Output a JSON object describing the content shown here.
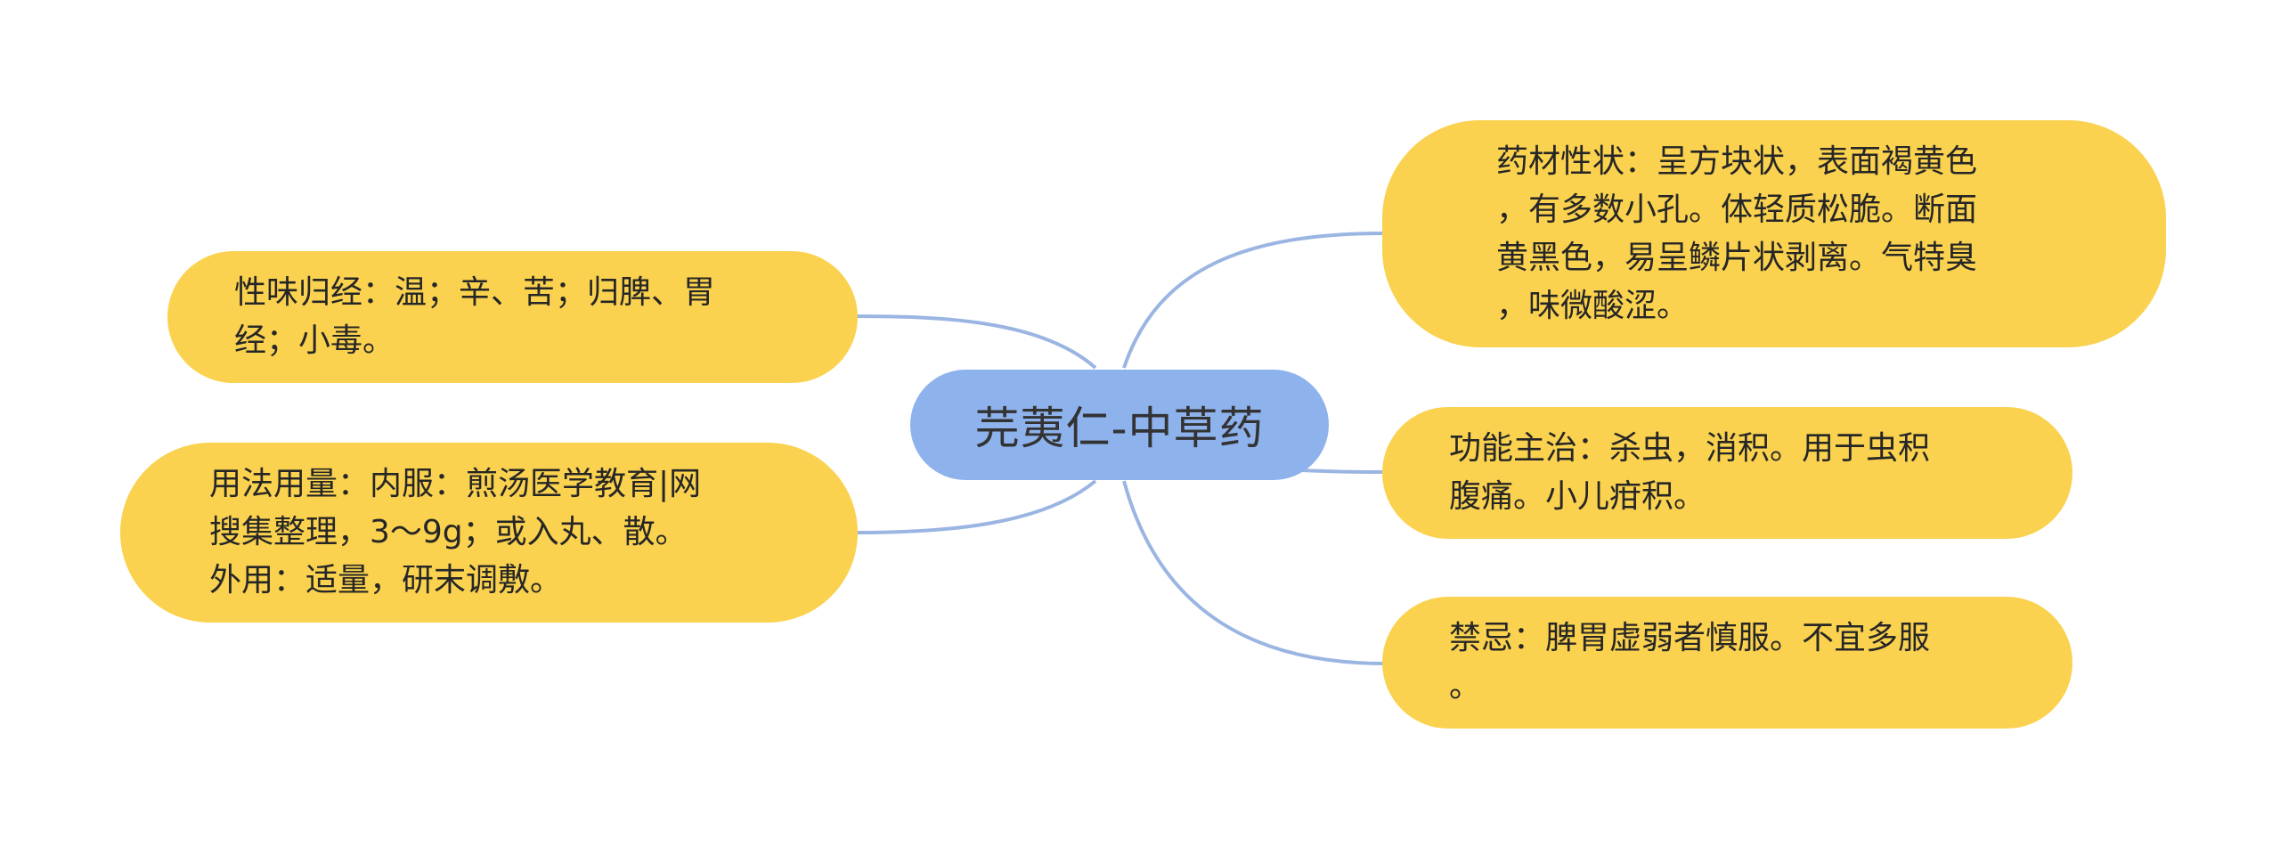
{
  "colors": {
    "center_fill": "#8eb2ec",
    "leaf_fill": "#fad24f",
    "link_stroke": "#9bb5e2",
    "text": "#262626"
  },
  "center": {
    "label": "芫荑仁-中草药"
  },
  "branches": [
    {
      "id": "xingwei",
      "side": "left",
      "text": "性味归经：温；辛、苦；归脾、胃\n经；小毒。"
    },
    {
      "id": "yongfa",
      "side": "left",
      "text": "用法用量：内服：煎汤医学教育|网\n搜集整理，3～9g；或入丸、散。\n外用：适量，研末调敷。"
    },
    {
      "id": "xingzhuang",
      "side": "right",
      "text": "药材性状：呈方块状，表面褐黄色\n，有多数小孔。体轻质松脆。断面\n黄黑色，易呈鳞片状剥离。气特臭\n，味微酸涩。"
    },
    {
      "id": "gongneng",
      "side": "right",
      "text": "功能主治：杀虫，消积。用于虫积\n腹痛。小儿疳积。"
    },
    {
      "id": "jinji",
      "side": "right",
      "text": "禁忌：脾胃虚弱者慎服。不宜多服\n。"
    }
  ]
}
